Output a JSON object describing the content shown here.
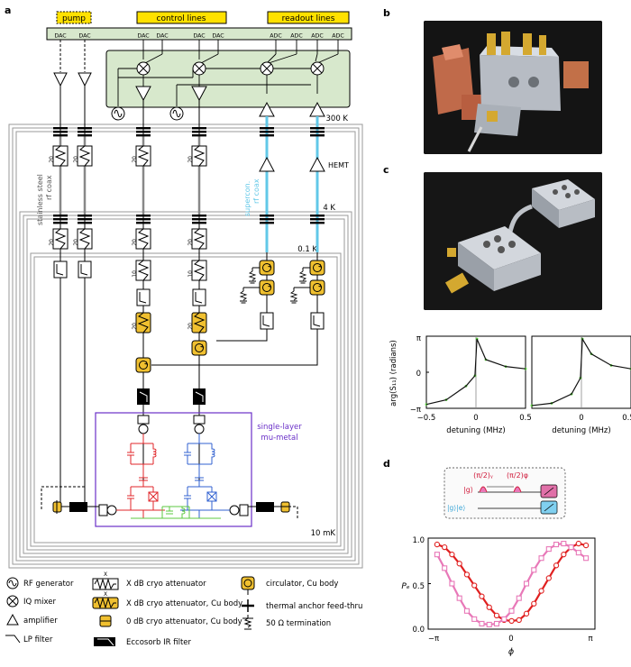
{
  "panels": {
    "a": "a",
    "b": "b",
    "c": "c",
    "d": "d"
  },
  "labels": {
    "pump": "pump",
    "control_lines": "control lines",
    "readout_lines": "readout lines",
    "dac": "DAC",
    "adc": "ADC",
    "stage_300k": "300 K",
    "stage_4k": "4 K",
    "stage_01k": "0.1 K",
    "stage_10mk": "10 mK",
    "stainless": "stainless steel",
    "rfcoax": "rf coax",
    "supercon": "supercon.",
    "supercon_rfcoax": "rf coax",
    "hemt": "HEMT",
    "mumetal_1": "single-layer",
    "mumetal_2": "mu-metal",
    "att20": "20",
    "att10": "10"
  },
  "legend": {
    "rf_generator": "RF generator",
    "iq_mixer": "IQ mixer",
    "amplifier": "amplifier",
    "lp_filter": "LP filter",
    "x_label": "X",
    "x_att": "X dB cryo attenuator",
    "x_att_cu": "X dB cryo attenuator, Cu body",
    "zero_att_cu": "0 dB cryo attenuator, Cu body",
    "eccosorb": "Eccosorb IR filter",
    "circulator": "circulator, Cu body",
    "thermal": "thermal anchor feed-thru",
    "termination": "50 Ω termination"
  },
  "colors": {
    "pump_yellow": "#ffe100",
    "room_green": "#d7e8cc",
    "cu_gold": "#f0c030",
    "supercon_blue": "#62c8e8",
    "mumetal_purple": "#6a30c8",
    "qubit_red": "#e0262a",
    "qubit_blue": "#3060d0",
    "coupler_green": "#5cc840",
    "stage_gray": "#9a9a9a"
  },
  "plot_c": {
    "ylabel": "arg(S₁₁) (radians)",
    "xlabel_left": "detuning (MHz)",
    "xlabel_right": "detuning (MHz)",
    "yticks": [
      "π",
      "0",
      "−π"
    ],
    "xticks": [
      "−0.5",
      "0",
      "0.5"
    ]
  },
  "plot_d": {
    "pulse1": "(π/2)ᵧ",
    "pulse2": "(π/2)φ",
    "ket_g": "|g⟩",
    "ket_mix": "|g⟩|e⟩",
    "ylabel": "Pₑ",
    "xlabel": "ϕ",
    "yticks": [
      "1.0",
      "0.5",
      "0.0"
    ],
    "xticks": [
      "−π",
      "0",
      "π"
    ]
  },
  "chart_data": [
    {
      "type": "scatter",
      "x": [
        -0.5,
        -0.3,
        -0.1,
        -0.01,
        0.01,
        0.1,
        0.3,
        0.5
      ],
      "y": [
        -2.8,
        -2.4,
        -1.2,
        -0.3,
        2.9,
        1.1,
        0.5,
        0.3
      ],
      "xlim": [
        -0.5,
        0.5
      ],
      "ylim": [
        -3.14159,
        3.14159
      ],
      "xlabel": "detuning (MHz)",
      "ylabel": "arg(S₁₁) (radians)"
    },
    {
      "type": "scatter",
      "x": [
        -0.5,
        -0.3,
        -0.1,
        -0.01,
        0.01,
        0.1,
        0.3,
        0.5
      ],
      "y": [
        -2.9,
        -2.7,
        -1.9,
        -0.5,
        2.9,
        1.6,
        0.6,
        0.3
      ],
      "xlim": [
        -0.5,
        0.5
      ],
      "ylim": [
        -3.14159,
        3.14159
      ],
      "xlabel": "detuning (MHz)"
    },
    {
      "type": "line",
      "xlim": [
        -3.14159,
        3.14159
      ],
      "ylim": [
        0,
        1
      ],
      "xlabel": "ϕ",
      "ylabel": "Pₑ",
      "series": [
        {
          "color": "#e02020",
          "marker": "circle",
          "x": [
            -3.0,
            -2.7,
            -2.4,
            -2.1,
            -1.8,
            -1.5,
            -1.2,
            -0.9,
            -0.6,
            -0.3,
            0.0,
            0.3,
            0.6,
            0.9,
            1.2,
            1.5,
            1.8,
            2.1,
            2.4,
            2.7,
            3.0
          ],
          "y": [
            0.93,
            0.9,
            0.82,
            0.72,
            0.6,
            0.48,
            0.36,
            0.24,
            0.15,
            0.1,
            0.09,
            0.1,
            0.17,
            0.28,
            0.42,
            0.56,
            0.7,
            0.82,
            0.9,
            0.94,
            0.92
          ]
        },
        {
          "color": "#e878b8",
          "marker": "square",
          "x": [
            -3.0,
            -2.7,
            -2.4,
            -2.1,
            -1.8,
            -1.5,
            -1.2,
            -0.9,
            -0.6,
            -0.3,
            0.0,
            0.3,
            0.6,
            0.9,
            1.2,
            1.5,
            1.8,
            2.1,
            2.4,
            2.7,
            3.0
          ],
          "y": [
            0.82,
            0.67,
            0.5,
            0.34,
            0.2,
            0.11,
            0.06,
            0.05,
            0.06,
            0.11,
            0.2,
            0.34,
            0.5,
            0.65,
            0.78,
            0.88,
            0.93,
            0.94,
            0.9,
            0.84,
            0.78
          ]
        }
      ]
    }
  ]
}
